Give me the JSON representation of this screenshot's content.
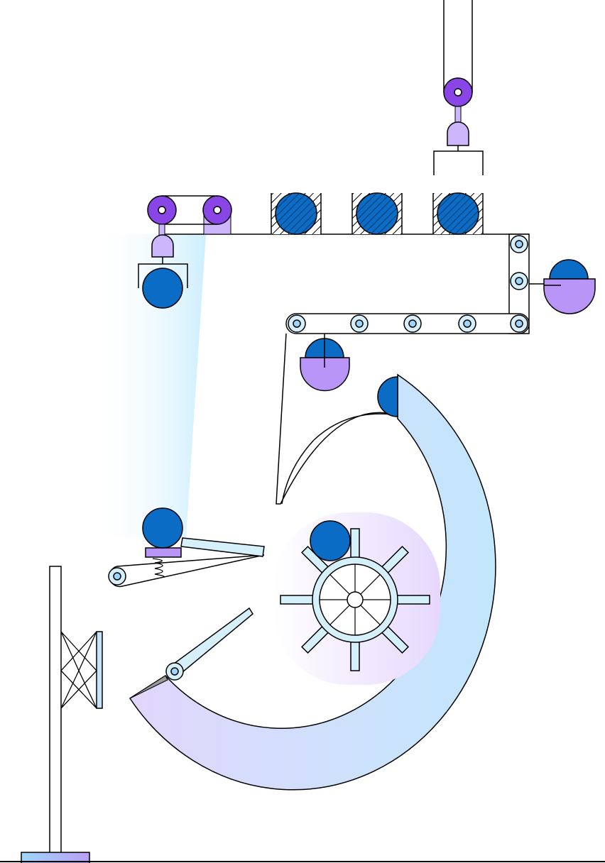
{
  "title": "",
  "colors": {
    "ball": "#0a6cc4",
    "ball_stroke": "#000000",
    "purple_dark": "#8a45e6",
    "purple_light": "#cdb6fb",
    "purple_mid": "#b995f8",
    "track_blue": "#c6e3fb",
    "track_purple": "#e1d6fb",
    "pale_blue": "#d6f0fb",
    "wheel_glow": "#efe6fd",
    "light_beam": "#cdeefe",
    "base_blue": "#9ed6fb",
    "base_purple": "#b9a0f6"
  },
  "components": {
    "crane": "crane-pulley",
    "crane_gripper": "crane-gripper-empty",
    "top_conveyor": "upper-conveyor",
    "top_pulley_pair": "belt-pulley-pair",
    "left_gripper": "gripper-holding-ball",
    "crates": [
      "crate-ball-1",
      "crate-ball-2",
      "crate-ball-3"
    ],
    "roller_column": "vertical-roller-column",
    "cup_right": "cup-with-ball-right",
    "mid_conveyor": "middle-conveyor",
    "cup_mid": "cup-with-ball-middle",
    "funnel": "funnel-chute",
    "big_track": "curved-track",
    "water_wheel": "paddle-wheel",
    "spring_launcher": "spring-launcher",
    "lever_arm": "pivot-arm",
    "scissor_lift": "scissor-mechanism",
    "pole": "vertical-pole",
    "light_beam": "light-beam"
  },
  "balls_visible": 8
}
